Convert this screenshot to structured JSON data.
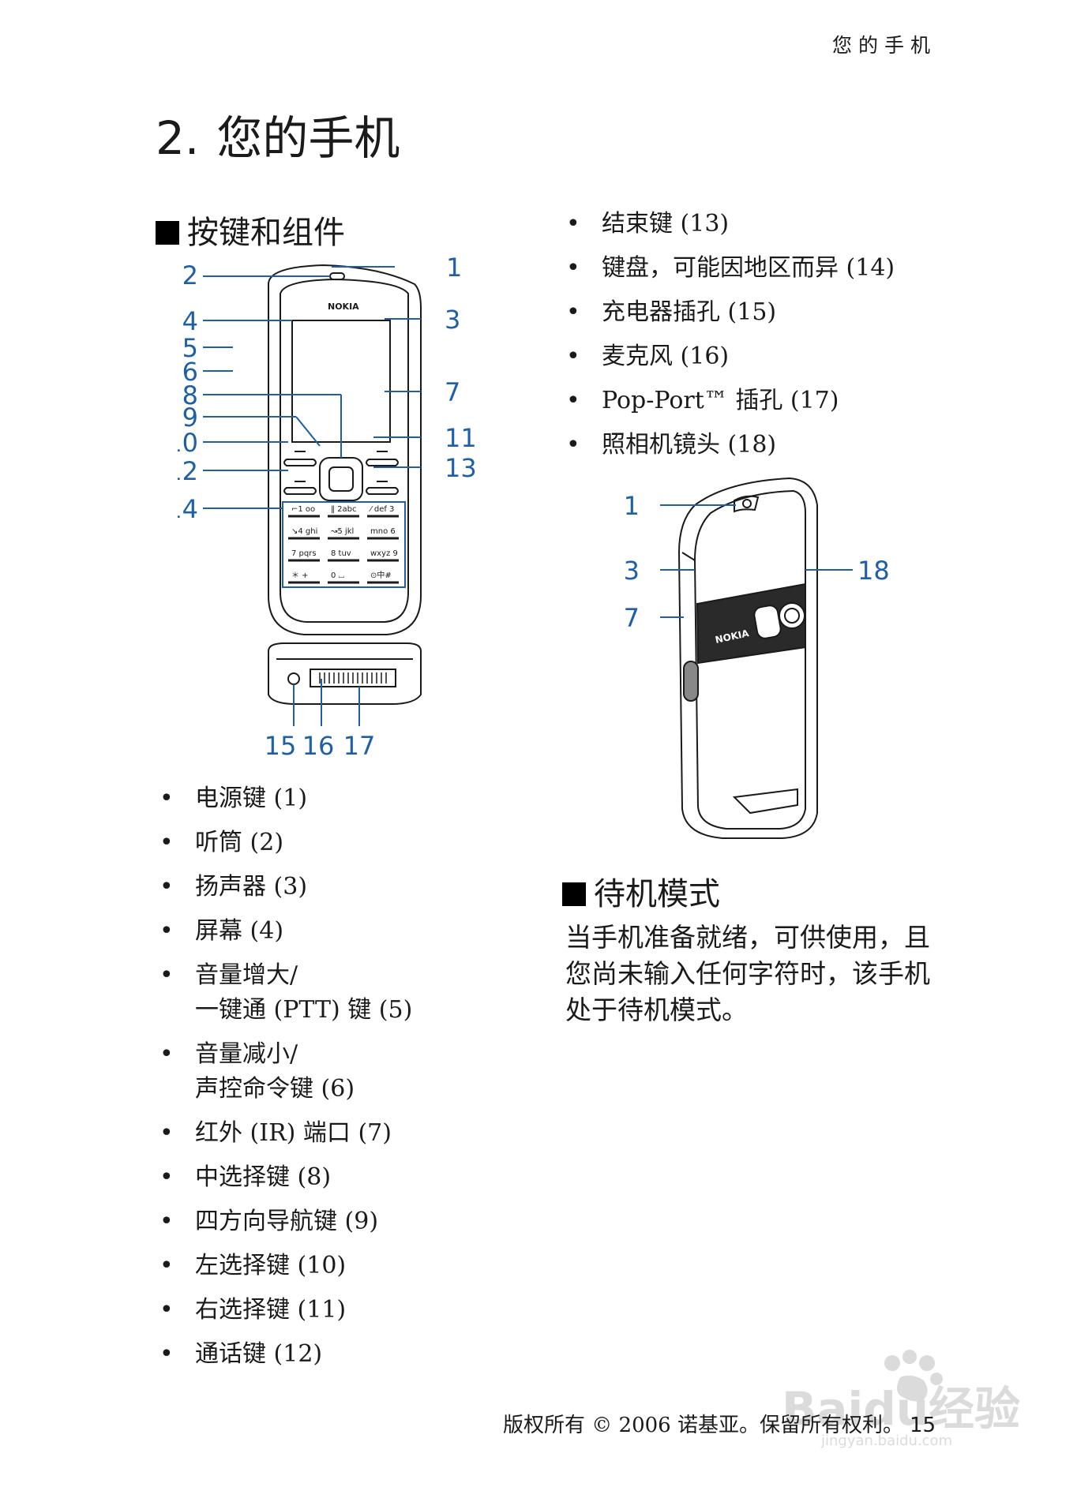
{
  "header": {
    "running_head": "您的手机"
  },
  "chapter": {
    "number": "2.",
    "title": "您的手机"
  },
  "sections": {
    "keys": {
      "title": "按键和组件"
    },
    "standby": {
      "title": "待机模式",
      "text": "当手机准备就绪，可供使用，且您尚未输入任何字符时，该手机处于待机模式。"
    }
  },
  "diagram_front": {
    "callouts": [
      "1",
      "2",
      "3",
      "4",
      "5",
      "6",
      "7",
      "8",
      "9",
      "10",
      "11",
      "12",
      "13",
      "14",
      "15",
      "16",
      "17"
    ],
    "brand": "NOKIA",
    "keypad": [
      [
        "⌐1 oo",
        "‖ 2abc",
        "⁄ def 3"
      ],
      [
        "↘4 ghi",
        "↝5 jkl",
        "mno 6"
      ],
      [
        "7 pqrs",
        "8 tuv",
        "wxyz 9"
      ],
      [
        "＊ +",
        "0 ⌴",
        "⊙中#"
      ]
    ],
    "callout_color": "#1f5fa8"
  },
  "diagram_back": {
    "callouts": [
      "1",
      "3",
      "7",
      "18"
    ],
    "brand": "NOKIA"
  },
  "left_list": [
    {
      "l1": "电源键 (1)"
    },
    {
      "l1": "听筒 (2)"
    },
    {
      "l1": "扬声器 (3)"
    },
    {
      "l1": "屏幕 (4)"
    },
    {
      "l1": "音量增大/",
      "l2": "一键通 (PTT) 键 (5)"
    },
    {
      "l1": "音量减小/",
      "l2": "声控命令键 (6)"
    },
    {
      "l1": "红外 (IR) 端口 (7)"
    },
    {
      "l1": "中选择键 (8)"
    },
    {
      "l1": "四方向导航键 (9)"
    },
    {
      "l1": "左选择键 (10)"
    },
    {
      "l1": "右选择键 (11)"
    },
    {
      "l1": "通话键 (12)"
    }
  ],
  "right_list": [
    {
      "l1": "结束键 (13)"
    },
    {
      "l1": "键盘，可能因地区而异 (14)"
    },
    {
      "l1": "充电器插孔 (15)"
    },
    {
      "l1": "麦克风 (16)"
    },
    {
      "l1": "Pop-Port™ 插孔 (17)"
    },
    {
      "l1": "照相机镜头 (18)"
    }
  ],
  "footer": {
    "copyright": "版权所有 © 2006 诺基亚。保留所有权利。",
    "page": "15"
  },
  "watermark": {
    "text": "Baidu经验",
    "sub": "jingyan.baidu.com"
  }
}
